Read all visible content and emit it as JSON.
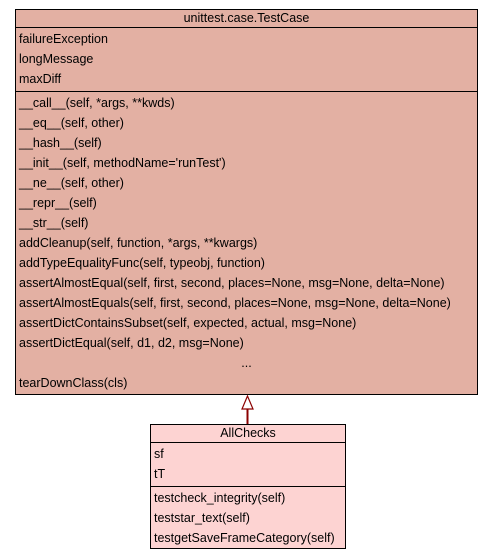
{
  "base_class": {
    "name": "unittest.case.TestCase",
    "attributes": [
      "failureException",
      "longMessage",
      "maxDiff"
    ],
    "methods": [
      "__call__(self, *args, **kwds)",
      "__eq__(self, other)",
      "__hash__(self)",
      "__init__(self, methodName='runTest')",
      "__ne__(self, other)",
      "__repr__(self)",
      "__str__(self)",
      "addCleanup(self, function, *args, **kwargs)",
      "addTypeEqualityFunc(self, typeobj, function)",
      "assertAlmostEqual(self, first, second, places=None, msg=None, delta=None)",
      "assertAlmostEquals(self, first, second, places=None, msg=None, delta=None)",
      "assertDictContainsSubset(self, expected, actual, msg=None)",
      "assertDictEqual(self, d1, d2, msg=None)"
    ],
    "ellipsis": "...",
    "last_method": "tearDownClass(cls)"
  },
  "child_class": {
    "name": "AllChecks",
    "attributes": [
      "sf",
      "tT"
    ],
    "methods": [
      "testcheck_integrity(self)",
      "teststar_text(self)",
      "testgetSaveFrameCategory(self)"
    ]
  },
  "colors": {
    "base_fill": "#e3b0a3",
    "child_fill": "#fdd3d2",
    "edge": "#8b0000"
  }
}
